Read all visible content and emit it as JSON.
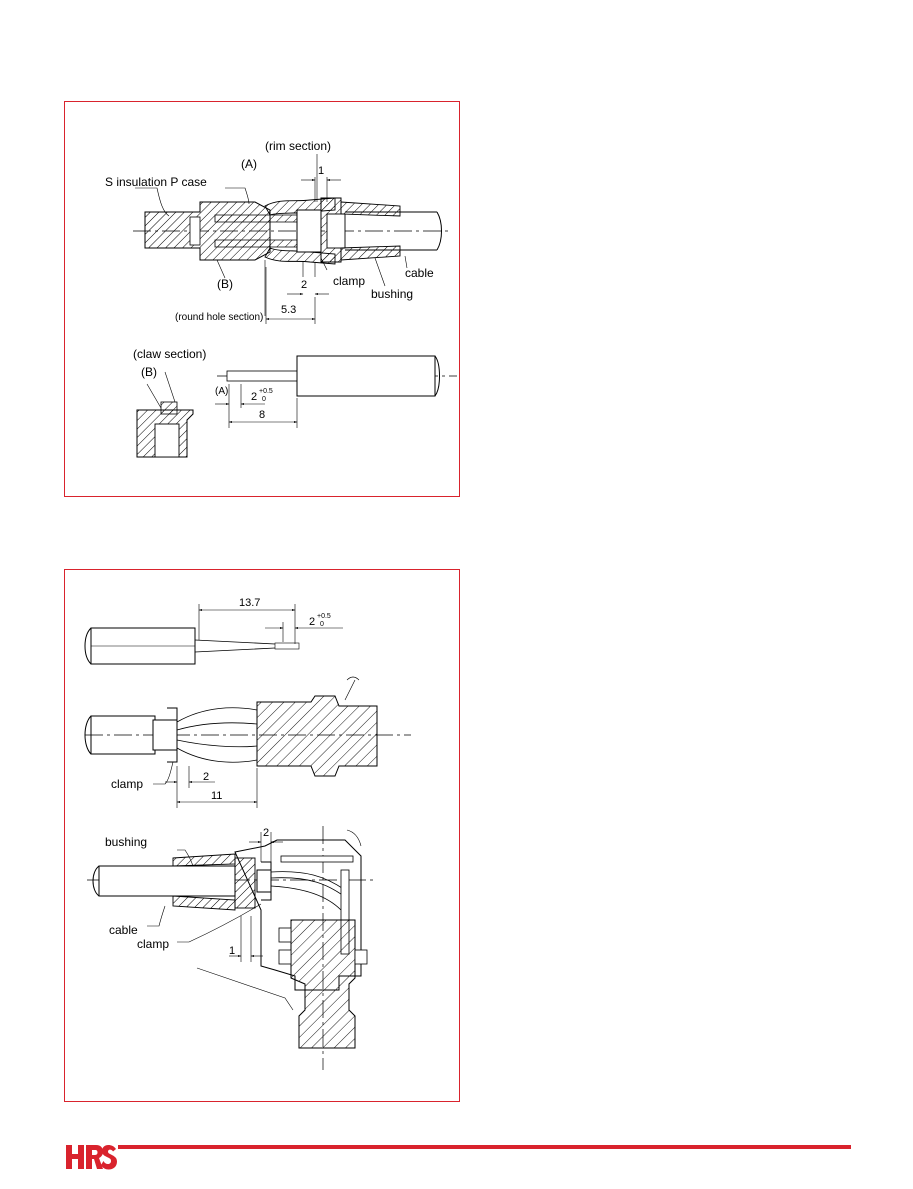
{
  "figure1": {
    "labels": {
      "rim_section": "(rim section)",
      "a_top": "(A)",
      "s_insulation": "S insulation P case",
      "b_bottom": "(B)",
      "round_hole": "(round hole section)",
      "clamp": "clamp",
      "cable": "cable",
      "bushing": "bushing",
      "claw_section": "(claw section)",
      "b_claw": "(B)",
      "a_strip": "(A)"
    },
    "dims": {
      "d1": "1",
      "d2": "2",
      "d53": "5.3",
      "strip2": "2",
      "strip_tol_plus": "+0.5",
      "strip_tol_zero": "0",
      "d8": "8"
    }
  },
  "figure2": {
    "labels": {
      "clamp_mid": "clamp",
      "bushing": "bushing",
      "cable": "cable",
      "clamp_bot": "clamp"
    },
    "dims": {
      "d137": "13.7",
      "strip2": "2",
      "strip_tol_plus": "+0.5",
      "strip_tol_zero": "0",
      "d2_mid": "2",
      "d11": "11",
      "d2_top": "2",
      "d1": "1"
    }
  },
  "brand": {
    "logo_color": "#d9232d",
    "frame_color": "#d9232d"
  }
}
